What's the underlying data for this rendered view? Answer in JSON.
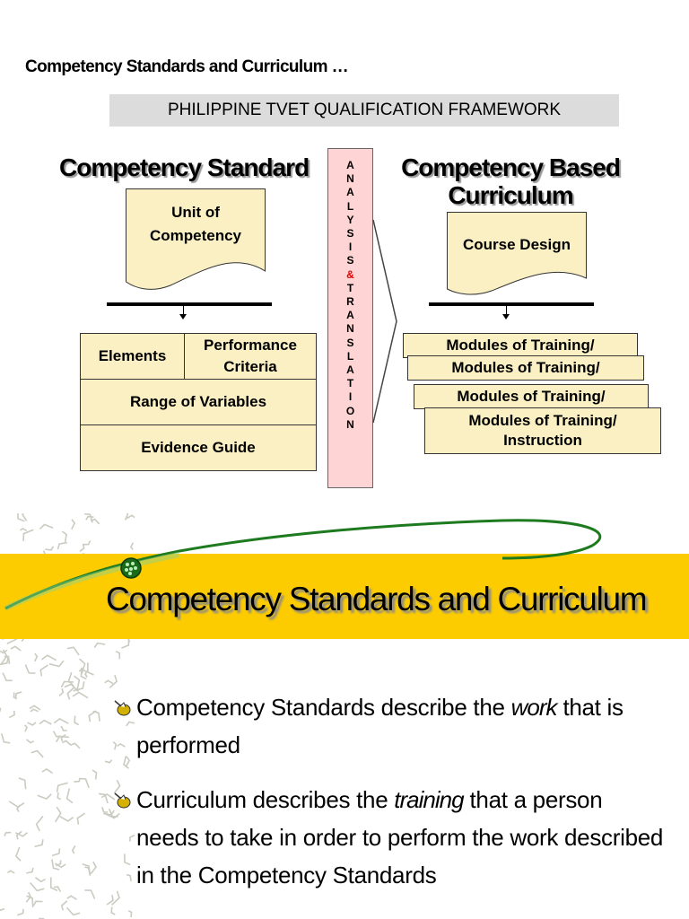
{
  "slide_top": {
    "title": "Competency Standards and Curriculum …",
    "banner": "PHILIPPINE TVET QUALIFICATION FRAMEWORK"
  },
  "left": {
    "heading": "Competency Standard",
    "unit_line1": "Unit of",
    "unit_line2": "Competency",
    "elements": "Elements",
    "performance_line1": "Performance",
    "performance_line2": "Criteria",
    "range": "Range of Variables",
    "evidence": "Evidence Guide"
  },
  "middle": {
    "letters": [
      "A",
      "N",
      "A",
      "L",
      "Y",
      "S",
      "I",
      "S",
      "&",
      "T",
      "R",
      "A",
      "N",
      "S",
      "L",
      "A",
      "T",
      "I",
      "O",
      "N"
    ],
    "amp_color": "#e00000"
  },
  "right": {
    "heading_line1": "Competency Based",
    "heading_line2": "Curriculum",
    "course_design": "Course Design",
    "module_label": "Modules of Training/",
    "module_last_line2": "Instruction"
  },
  "lower": {
    "title": "Competency Standards and Curriculum",
    "band_color": "#fccc00",
    "bullets": [
      {
        "pre": "Competency Standards describe the ",
        "em": "work",
        "post": " that is performed"
      },
      {
        "pre": "Curriculum describes the ",
        "em": "training",
        "post": " that a person needs to take in order to perform the work described in the Competency Standards"
      }
    ]
  }
}
